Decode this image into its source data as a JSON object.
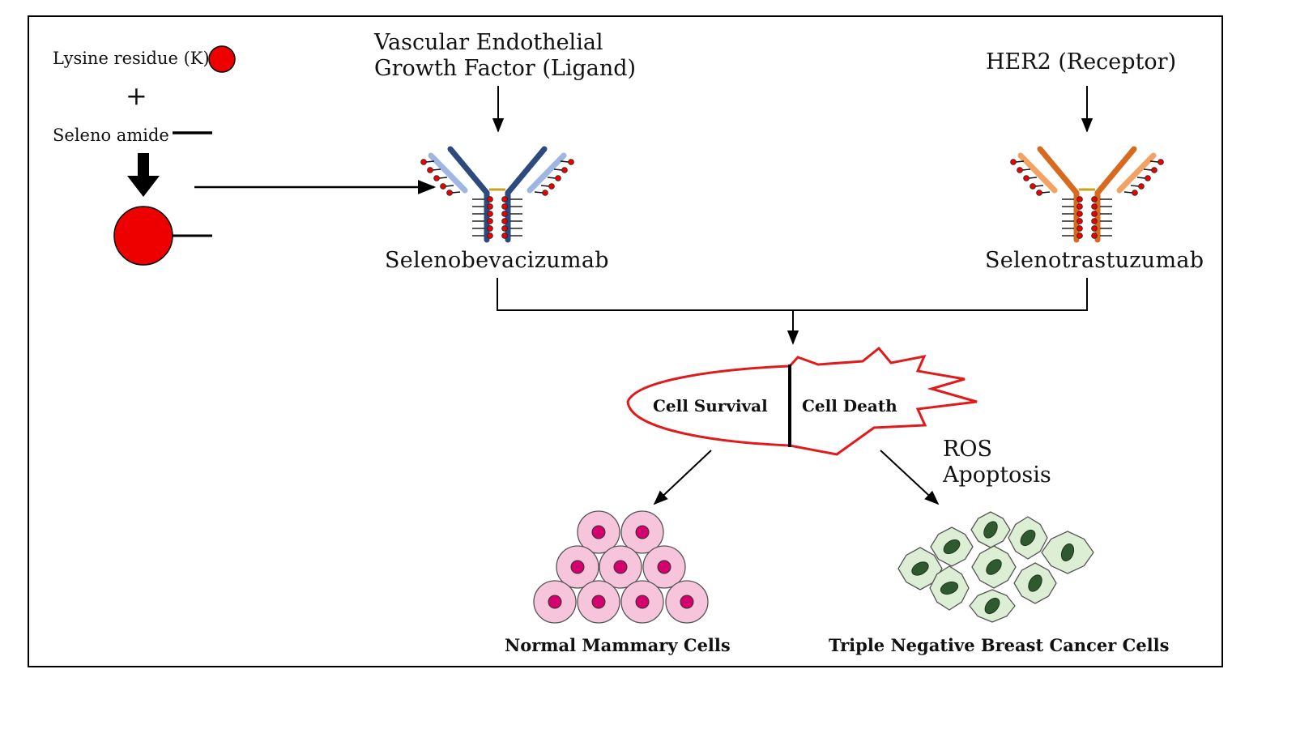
{
  "legend": {
    "lysine_label": "Lysine residue (K)",
    "plus_sign": "+",
    "selenoamide_label": "Seleno amide"
  },
  "antibodies": {
    "left_target": [
      "Vascular Endothelial",
      "Growth Factor (Ligand)"
    ],
    "left_name": "Selenobevacizumab",
    "right_target": "HER2 (Receptor)",
    "right_name": "Selenotrastuzumab"
  },
  "fate": {
    "survival_label": "Cell Survival",
    "death_label": "Cell Death",
    "mechanism": [
      "ROS",
      "Apoptosis"
    ]
  },
  "cells": {
    "normal_label": "Normal Mammary Cells",
    "cancer_label": "Triple Negative Breast Cancer Cells"
  },
  "colors": {
    "lysine_red": "#ee0000",
    "left_antibody_dark": "#2c4a7e",
    "left_antibody_light": "#9fb6e2",
    "right_antibody_dark": "#d9691f",
    "right_antibody_light": "#f3a266",
    "tumor_outline": "#e01b1b",
    "normal_cell_fill": "#f6c5dc",
    "normal_nucleus": "#d4006e",
    "cancer_cell_fill": "#dceed4",
    "cancer_nucleus": "#2f5a2f"
  }
}
